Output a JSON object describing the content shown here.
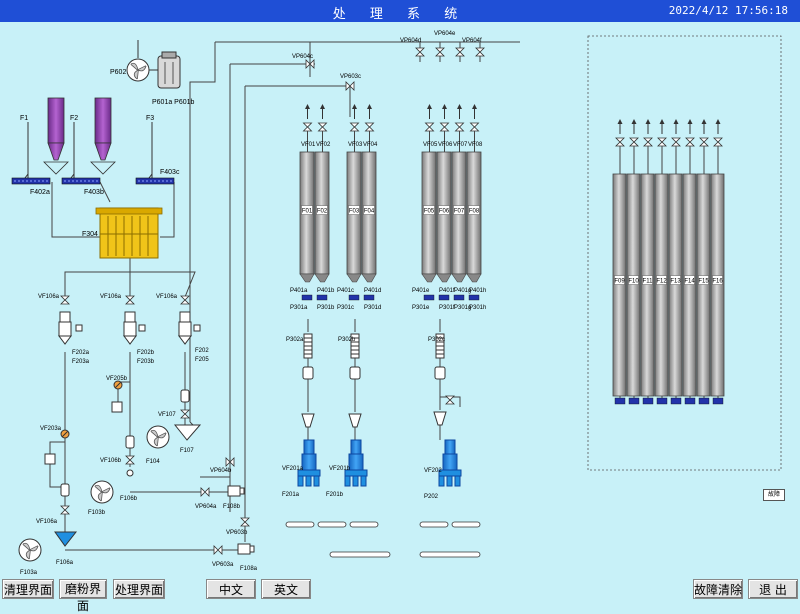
{
  "header": {
    "title": "处 理 系 统",
    "clock": "2022/4/12 17:56:18"
  },
  "buttons": {
    "clean": "清理界面",
    "grind": "磨粉界面",
    "process": "处理界面",
    "chinese": "中文",
    "english": "英文",
    "clear_fault": "故障清除",
    "exit": "退 出"
  },
  "colors": {
    "title_bar": "#1f4fd6",
    "background": "#c8f1f8",
    "pipe": "#444444",
    "tank": "#b8b8b8",
    "hopper": "#8b3ba8",
    "feeder": "#2233aa",
    "boiler": "#f0c419",
    "pump": "#1f8fe0"
  },
  "labels": {
    "F1": "F1",
    "F2": "F2",
    "F3": "F3",
    "F402a": "F402a",
    "F403b": "F403b",
    "F403c": "F403c",
    "F304": "F304",
    "P602": "P602",
    "P601ab": "P601a P601b",
    "VP604c": "VP604c",
    "VP604d": "VP604d",
    "VP604e": "VP604e",
    "VP604f": "VP604f",
    "VP603c": "VP603c",
    "VF106a_1": "VF106a",
    "VF106a_2": "VF106a",
    "VF106a_3": "VF106a",
    "F202a": "F202a",
    "F203a": "F203a",
    "F202b": "F202b",
    "F203b": "F203b",
    "F202": "F202",
    "F205": "F205",
    "VF205b": "VF205b",
    "VF107": "VF107",
    "F107": "F107",
    "F104": "F104",
    "VF203a": "VF203a",
    "VF106b": "VF106b",
    "F106b": "F106b",
    "F103b": "F103b",
    "VF106a_4": "VF106a",
    "F106a": "F106a",
    "F103a": "F103a",
    "VP604b": "VP604b",
    "VP604a": "VP604a",
    "F108b": "F108b",
    "VP603b": "VP603b",
    "VP603a": "VP603a",
    "F108a": "F108a",
    "VF201a": "VF201a",
    "F201a": "F201a",
    "VF201b": "VF201b",
    "F201b": "F201b",
    "VF202": "VF202",
    "P202": "P202",
    "P302a": "P302a",
    "P302b": "P302b",
    "P302c": "P302c",
    "status": "故障"
  },
  "tanks": {
    "group1": [
      "F01",
      "F02"
    ],
    "group2": [
      "F03",
      "F04"
    ],
    "group3": [
      "F05",
      "F06",
      "F07",
      "F08"
    ],
    "group4": [
      "F09",
      "F10",
      "F11",
      "F12",
      "F13",
      "F14",
      "F15",
      "F16"
    ]
  },
  "top_valves": {
    "group1": [
      "VF01",
      "VF02"
    ],
    "group2": [
      "VF03",
      "VF04"
    ],
    "group3": [
      "VF05",
      "VF06",
      "VF07",
      "VF08"
    ]
  },
  "tank_bottom": {
    "group1": {
      "p401": [
        "P401a",
        "P401b"
      ],
      "p301": [
        "P301a",
        "P301b"
      ]
    },
    "group2": {
      "p401": [
        "P401c",
        "P401d"
      ],
      "p301": [
        "P301c",
        "P301d"
      ]
    },
    "group3": {
      "p401": [
        "P401e",
        "P401f",
        "P401g",
        "P401h"
      ],
      "p301": [
        "P301e",
        "P301f",
        "P301g",
        "P301h"
      ]
    }
  }
}
